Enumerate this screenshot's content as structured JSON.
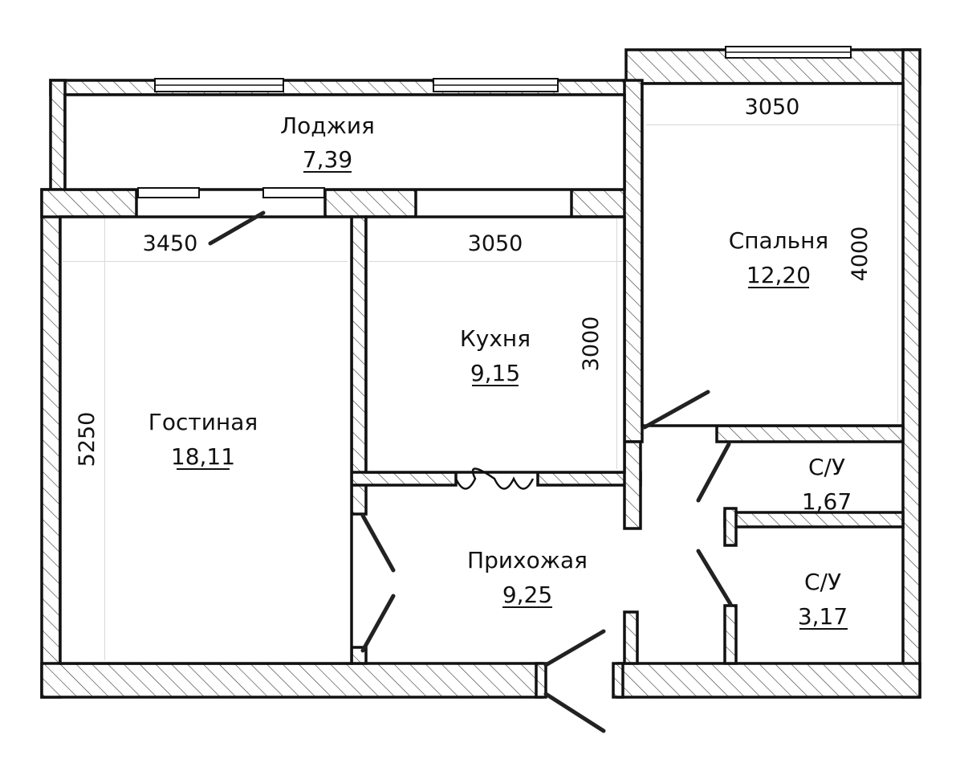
{
  "rooms": {
    "loggia": {
      "name": "Лоджия",
      "area": "7,39"
    },
    "bedroom": {
      "name": "Спальня",
      "area": "12,20"
    },
    "kitchen": {
      "name": "Кухня",
      "area": "9,15"
    },
    "living": {
      "name": "Гостиная",
      "area": "18,11"
    },
    "hall": {
      "name": "Прихожая",
      "area": "9,25"
    },
    "wc1": {
      "name": "С/У",
      "area": "1,67"
    },
    "wc2": {
      "name": "С/У",
      "area": "3,17"
    }
  },
  "dimensions": {
    "bedroom_width": "3050",
    "bedroom_depth": "4000",
    "kitchen_width": "3050",
    "kitchen_depth": "3000",
    "living_width": "3450",
    "living_depth": "5250"
  }
}
